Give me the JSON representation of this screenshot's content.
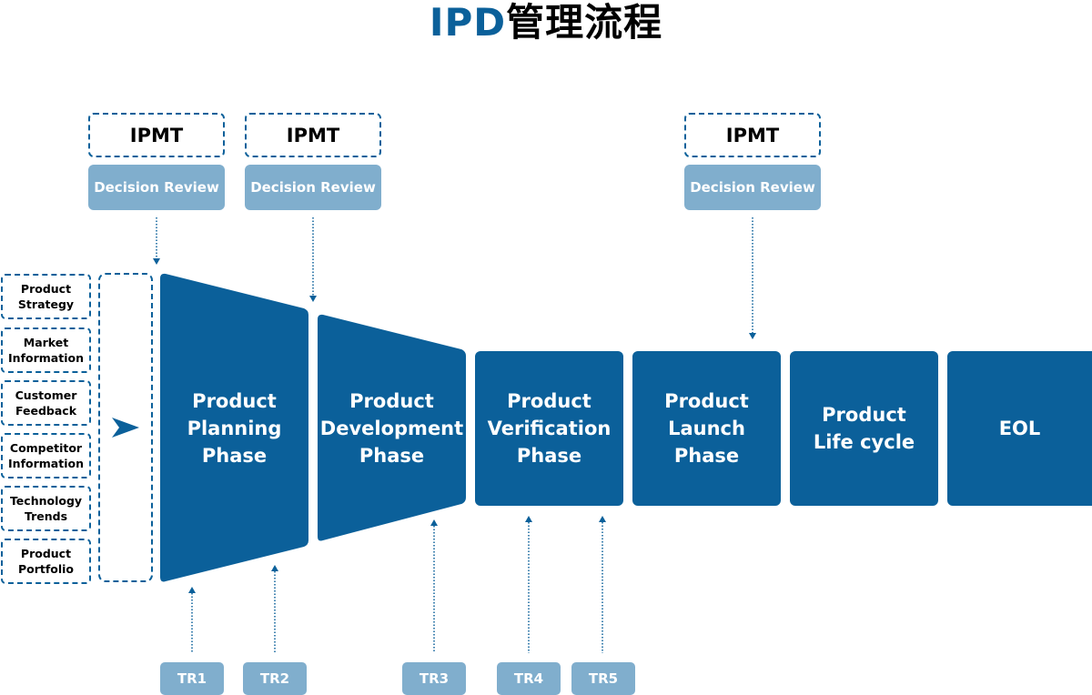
{
  "title": {
    "accent": "IPD",
    "rest": "管理流程"
  },
  "colors": {
    "primary": "#0b609a",
    "light": "#80aecd",
    "text": "#000000"
  },
  "reviews": [
    {
      "ipmt": "IPMT",
      "decision": "Decision Review"
    },
    {
      "ipmt": "IPMT",
      "decision": "Decision Review"
    },
    {
      "ipmt": "IPMT",
      "decision": "Decision Review"
    }
  ],
  "inputs": [
    {
      "line1": "Product",
      "line2": "Strategy"
    },
    {
      "line1": "Market",
      "line2": "Information"
    },
    {
      "line1": "Customer",
      "line2": "Feedback"
    },
    {
      "line1": "Competitor",
      "line2": "Information"
    },
    {
      "line1": "Technology",
      "line2": "Trends"
    },
    {
      "line1": "Product",
      "line2": "Portfolio"
    }
  ],
  "arrow_icon": "play-triangle-icon",
  "phases": [
    {
      "lines": [
        "Product",
        "Planning",
        "Phase"
      ]
    },
    {
      "lines": [
        "Product",
        "Development",
        "Phase"
      ]
    },
    {
      "lines": [
        "Product",
        "Verification",
        "Phase"
      ]
    },
    {
      "lines": [
        "Product",
        "Launch",
        "Phase"
      ]
    },
    {
      "lines": [
        "Product",
        "Life cycle"
      ]
    },
    {
      "lines": [
        "EOL"
      ]
    }
  ],
  "technical_reviews": [
    "TR1",
    "TR2",
    "TR3",
    "TR4",
    "TR5"
  ]
}
